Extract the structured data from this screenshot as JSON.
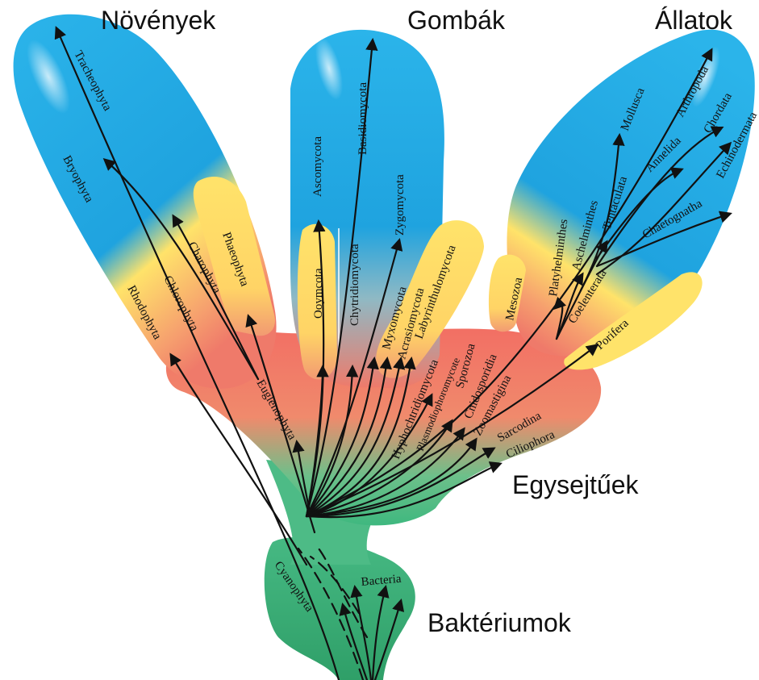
{
  "kingdoms": {
    "plants": "Növények",
    "fungi": "Gombák",
    "animals": "Állatok",
    "protists": "Egysejtűek",
    "bacteria": "Baktériumok"
  },
  "taxa": {
    "tracheophyta": "Tracheophyta",
    "bryophyta": "Bryophyta",
    "charophyta": "Charophyta",
    "chlorophyta": "Chlorophyta",
    "rhodophyta": "Rhodophyta",
    "phaeophyta": "Phaeophyta",
    "euglenophyta": "Euglenophyta",
    "ascomycota": "Ascomycota",
    "basidiomycota": "Basidiomycota",
    "zygomycota": "Zygomycota",
    "chytridiomycota": "Chytridiomycota",
    "ooymcota": "Ooymcota",
    "myxomycota": "Myxomycota",
    "acrasiomycota": "Acrasiomycota",
    "labyrinthulomycota": "Labyrinthulomycota",
    "hyphochtridiomycota": "Hyphochtridiomycota",
    "plasmodiophoromycote": "Plasmodiophoromycote",
    "sporozoa": "Sporozoa",
    "cnidosporidia": "Cnidosporidia",
    "zoomastigina": "Zoomastigina",
    "sarcodina": "Sarcodina",
    "ciliophora": "Ciliophora",
    "mollusca": "Mollusca",
    "arthropoda": "Arthropoda",
    "annelida": "Annelida",
    "chordata": "Chordata",
    "echinodermata": "Echinodermata",
    "tentaculata": "Tentaculata",
    "aschelminthes": "Aschelminthes",
    "platyhelminthes": "Platyhelminthes",
    "chaetognatha": "Chaetognatha",
    "coelenterata": "Coelenterata",
    "porifera": "Porifera",
    "mesozoa": "Mesozoa",
    "cyanophyta": "Cyanophyta",
    "bacteria": "Bacteria"
  },
  "colors": {
    "sky_blue": "#1fa7e3",
    "yellow": "#ffe36a",
    "salmon": "#f08572",
    "green": "#3fb87f",
    "dark_green": "#2c9a62"
  }
}
